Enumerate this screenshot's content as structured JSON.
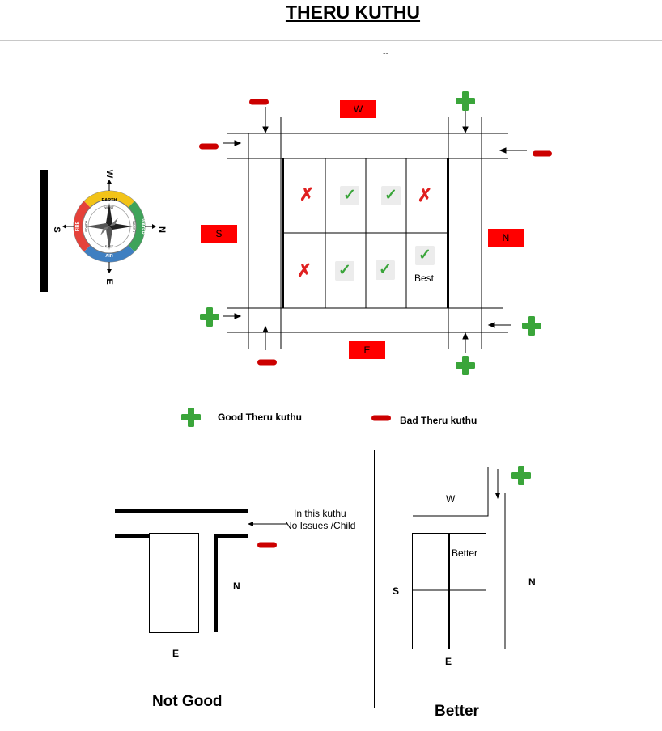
{
  "title": "THERU KUTHU",
  "header_dashes": "--",
  "directions": {
    "west": "W",
    "south": "S",
    "north": "N",
    "east": "E"
  },
  "compass": {
    "labels": {
      "w": "W",
      "n": "N",
      "s": "S",
      "e": "E"
    },
    "elements": {
      "earth": "EARTH",
      "water": "WATER",
      "air": "AIR",
      "fire": "FIRE"
    },
    "element_colors": {
      "earth": "#f2c318",
      "water": "#3fa35a",
      "air": "#3f7fc1",
      "fire": "#e5413a"
    },
    "inner_labels": {
      "west": "WEST",
      "north": "NORTH",
      "east": "EAST",
      "south": "SOUTH"
    }
  },
  "plots": {
    "best_label": "Best",
    "top_row": [
      "cross",
      "tick",
      "tick",
      "cross"
    ],
    "bottom_row": [
      "cross",
      "tick",
      "tick",
      "tick"
    ]
  },
  "legend": {
    "good": "Good Theru kuthu",
    "bad": "Bad Theru kuthu"
  },
  "colors": {
    "good": "#3aa53a",
    "bad": "#cc0000",
    "label_bg": "#ff0000"
  },
  "bottom_left": {
    "note_line1": "In this kuthu",
    "note_line2": "No Issues /Child",
    "caption": "Not Good",
    "north": "N",
    "east": "E"
  },
  "bottom_right": {
    "west": "W",
    "south": "S",
    "north": "N",
    "east": "E",
    "better_label": "Better",
    "caption": "Better"
  }
}
